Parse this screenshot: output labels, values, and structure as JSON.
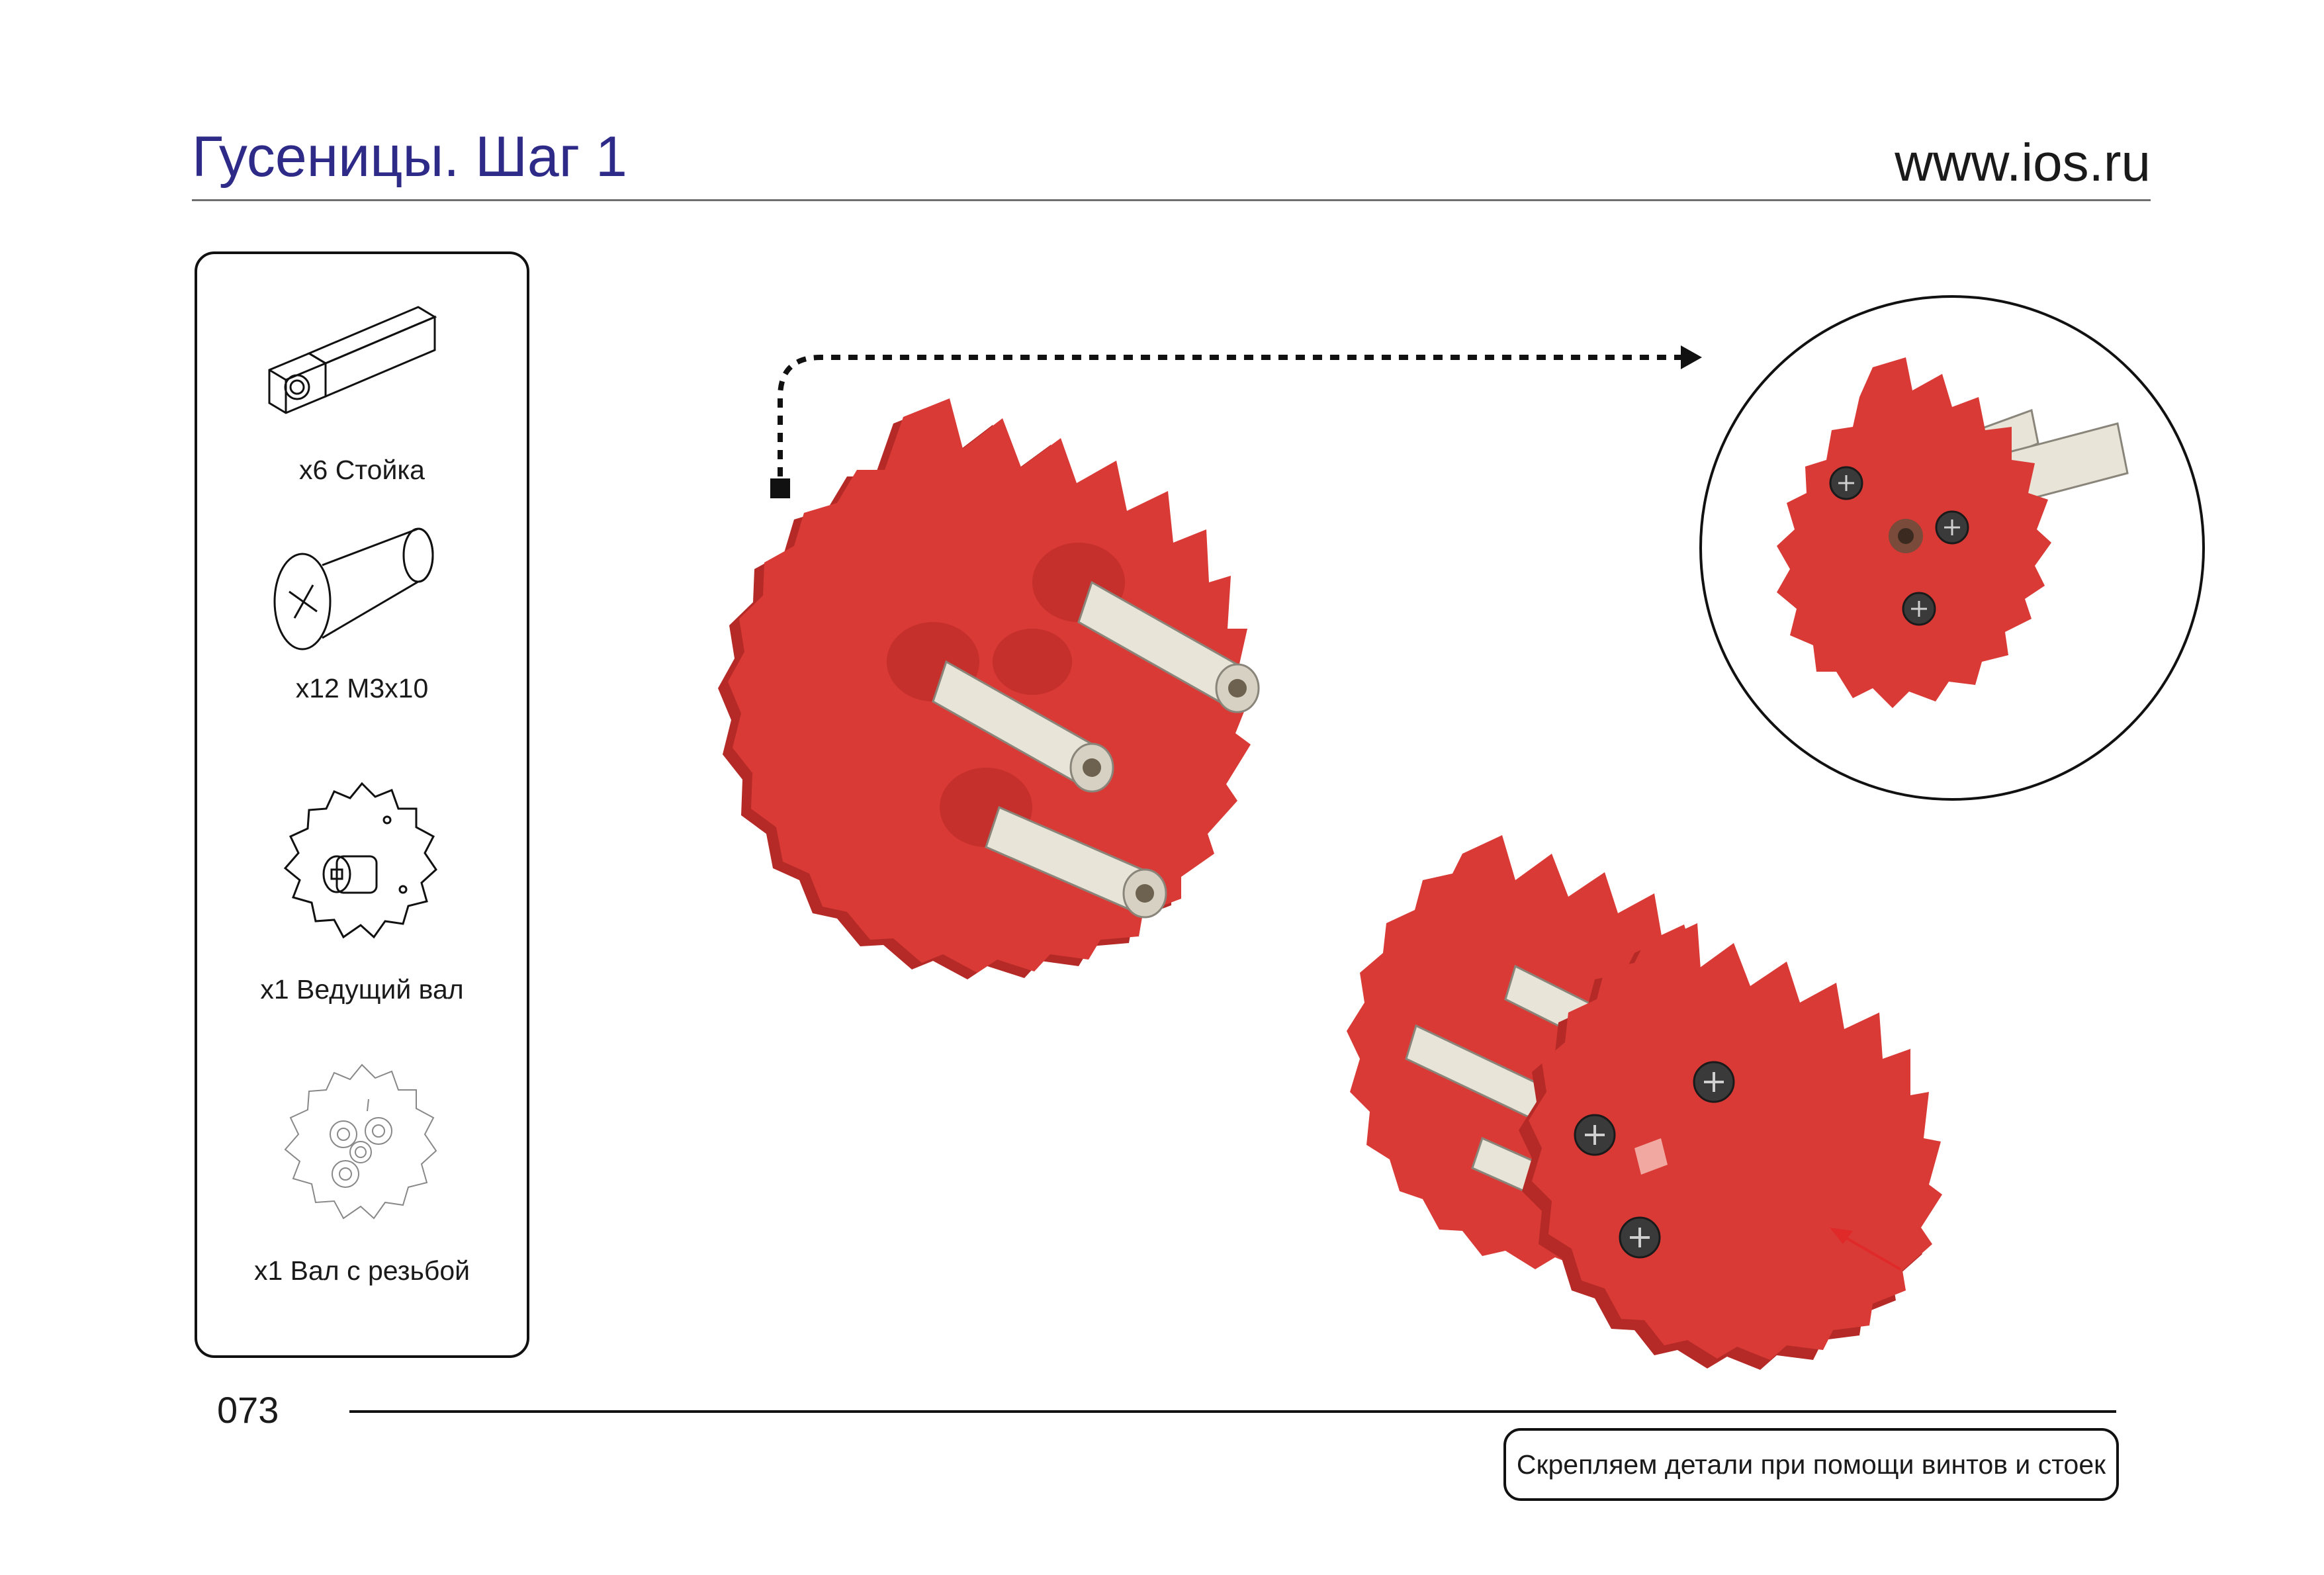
{
  "header": {
    "title": "Гусеницы. Шаг 1",
    "site": "www.ios.ru"
  },
  "parts": [
    {
      "label": "x6 Стойка",
      "icon": "standoff-icon"
    },
    {
      "label": "x12 M3x10",
      "icon": "screw-icon"
    },
    {
      "label": "x1 Ведущий вал",
      "icon": "drive-shaft-icon"
    },
    {
      "label": "x1 Вал с резьбой",
      "icon": "threaded-shaft-icon"
    }
  ],
  "footer": {
    "page_number": "073",
    "caption": "Скрепляем детали при помощи винтов и стоек"
  },
  "colors": {
    "title": "#2e2a87",
    "gear_red": "#d93a36",
    "gear_dark": "#b52a27",
    "arrow_red": "#e02a2a",
    "standoff": "#e8e4d8"
  }
}
